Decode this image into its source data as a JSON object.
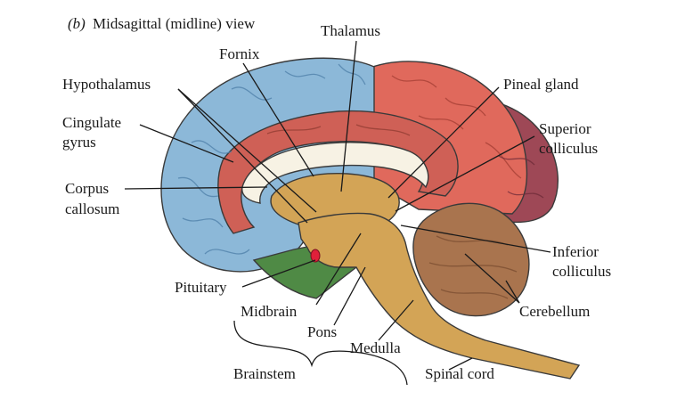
{
  "figure": {
    "panel": "(b)",
    "title": "Midsagittal (midline) view"
  },
  "labels": {
    "thalamus": "Thalamus",
    "fornix": "Fornix",
    "hypothalamus": "Hypothalamus",
    "pineal_gland": "Pineal gland",
    "cingulate_gyrus_1": "Cingulate",
    "cingulate_gyrus_2": "gyrus",
    "superior_colliculus_1": "Superior",
    "superior_colliculus_2": "colliculus",
    "corpus_callosum_1": "Corpus",
    "corpus_callosum_2": "callosum",
    "inferior_colliculus_1": "Inferior",
    "inferior_colliculus_2": "colliculus",
    "pituitary": "Pituitary",
    "midbrain": "Midbrain",
    "cerebellum": "Cerebellum",
    "pons": "Pons",
    "medulla": "Medulla",
    "brainstem": "Brainstem",
    "spinal_cord": "Spinal cord"
  },
  "colors": {
    "frontal_blue": "#8cb8d8",
    "limbic_red": "#cf6056",
    "parietal_red": "#e0695c",
    "occipital_maroon": "#9e4856",
    "temporal_green": "#4f8a45",
    "brainstem_tan": "#d3a456",
    "cerebellum_brown": "#a9744e",
    "pituitary_red": "#e0203a",
    "corpus_callosum_white": "#f7f2e4"
  }
}
